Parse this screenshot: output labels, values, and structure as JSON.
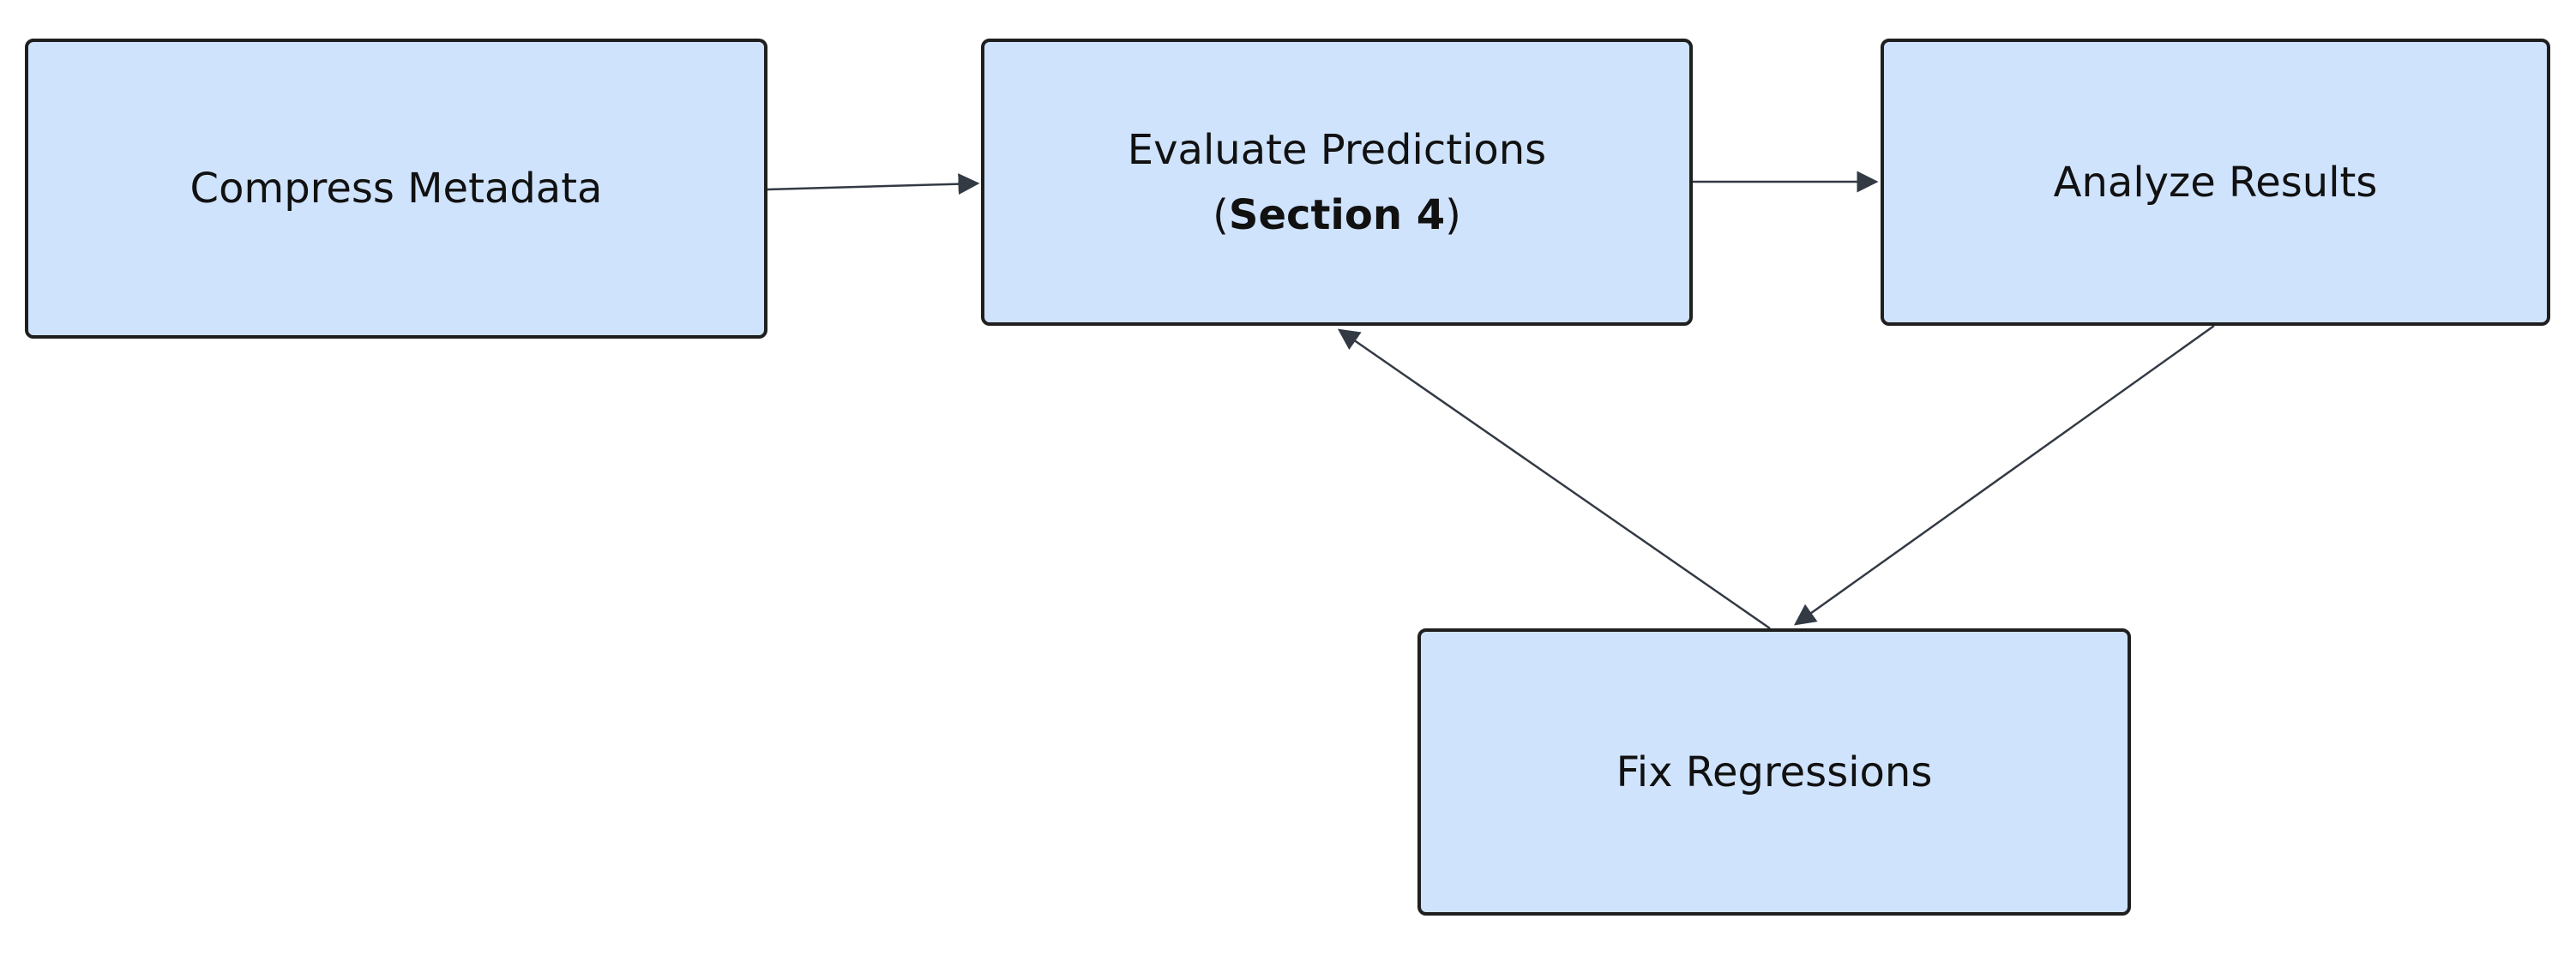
{
  "diagram": {
    "nodes": {
      "compress": {
        "label": "Compress Metadata"
      },
      "evaluate": {
        "label": "Evaluate Predictions",
        "prefix": "(",
        "bold": "Section 4",
        "suffix": ")"
      },
      "analyze": {
        "label": "Analyze Results"
      },
      "fix": {
        "label": "Fix Regressions"
      }
    },
    "edges": [
      {
        "from": "compress",
        "to": "evaluate"
      },
      {
        "from": "evaluate",
        "to": "analyze"
      },
      {
        "from": "analyze",
        "to": "fix"
      },
      {
        "from": "fix",
        "to": "evaluate"
      }
    ],
    "colors": {
      "node_fill": "#cfe3fd",
      "node_border": "#1f1f1f",
      "edge": "#333a44",
      "text": "#111111"
    }
  }
}
